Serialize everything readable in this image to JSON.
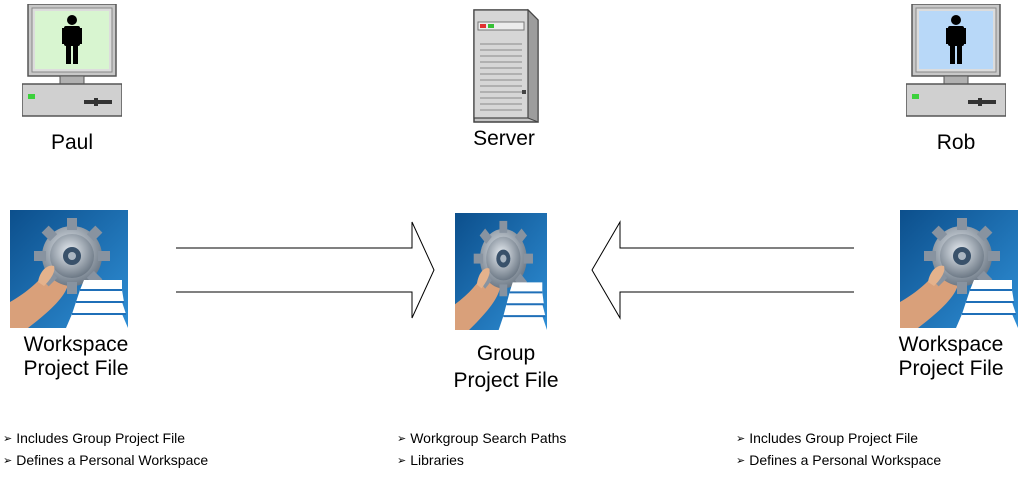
{
  "nodes": {
    "paul": {
      "label": "Paul",
      "screen_color": "#d8f5d0"
    },
    "server": {
      "label": "Server"
    },
    "rob": {
      "label": "Rob",
      "screen_color": "#b8d8f8"
    }
  },
  "files": {
    "left": {
      "line1": "Workspace",
      "line2": "Project File"
    },
    "center": {
      "line1": "Group",
      "line2": "Project File"
    },
    "right": {
      "line1": "Workspace",
      "line2": "Project File"
    }
  },
  "bullets": {
    "left": [
      "Includes Group Project File",
      "Defines a Personal Workspace"
    ],
    "center": [
      "Workgroup Search Paths",
      "Libraries"
    ],
    "right": [
      "Includes Group Project File",
      "Defines a Personal Workspace"
    ]
  },
  "icons": {
    "computer": "computer-icon",
    "server": "server-icon",
    "project_file": "project-file-icon",
    "arrow": "arrow-icon"
  },
  "colors": {
    "icon_bg": "#1a6fb5",
    "hand": "#d9a07a",
    "gear": "#9aa3ad"
  }
}
